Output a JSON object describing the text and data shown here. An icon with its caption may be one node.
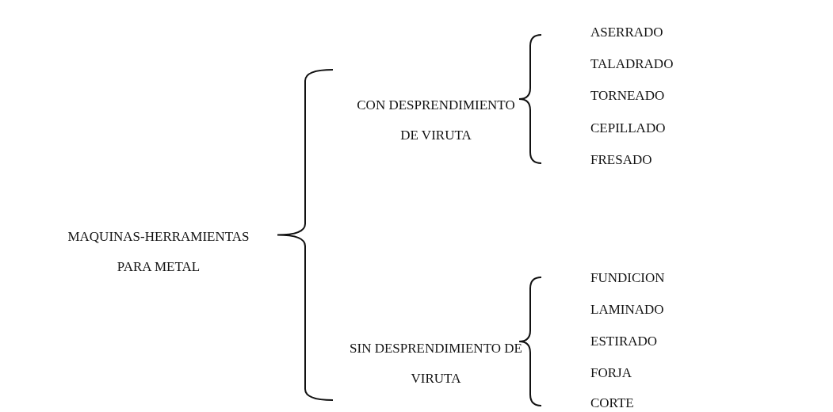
{
  "diagram": {
    "labels": [
      "MAQUINAS-HERRAMIENTAS PARA METAL",
      "CON DESPRENDIMIENTO DE VIRUTA",
      "ASERRADO",
      "TALADRADO",
      "TORNEADO",
      "CEPILLADO",
      "FRESADO",
      "SIN DESPRENDIMIENTO DE VIRUTA",
      "FUNDICION",
      "LAMINADO",
      "ESTIRADO",
      "FORJA",
      "CORTE"
    ]
  }
}
